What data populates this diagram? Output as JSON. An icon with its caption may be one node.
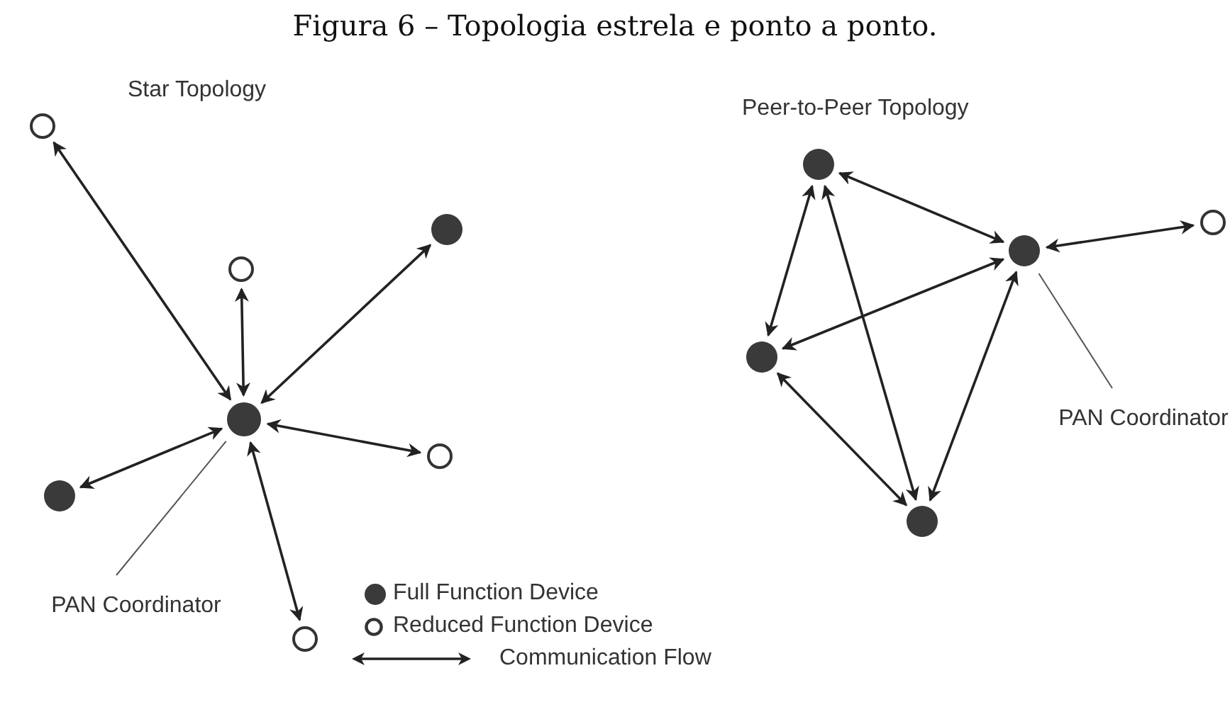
{
  "diagram": {
    "title": "Figura 6 – Topologia estrela e ponto a ponto.",
    "nodes": [
      {
        "text": [],
        "shape": "circle"
      },
      {
        "text": [],
        "shape": "dot"
      },
      {
        "text": [],
        "shape": "circle"
      },
      {
        "text": [],
        "shape": "dot"
      },
      {
        "text": [],
        "shape": "circle"
      },
      {
        "text": [],
        "shape": "dot"
      },
      {
        "text": [
          "PAN Coordinator"
        ]
      },
      {
        "text": [],
        "shape": "circle"
      },
      {
        "text": [],
        "shape": "dot"
      },
      {
        "text": [],
        "shape": "circle"
      },
      {
        "text": [],
        "shape": "dot"
      },
      {
        "text": [],
        "shape": "dot"
      },
      {
        "text": [
          "PAN Coordinator"
        ]
      },
      {
        "text": [],
        "shape": "dot"
      }
    ],
    "edges": [
      {
        "from": 3,
        "to": 0,
        "arrow": "both"
      },
      {
        "from": 3,
        "to": 2,
        "arrow": "both"
      },
      {
        "from": 3,
        "to": 1,
        "arrow": "both"
      },
      {
        "from": 3,
        "to": 4,
        "arrow": "both"
      },
      {
        "from": 3,
        "to": 5,
        "arrow": "both"
      },
      {
        "from": 3,
        "to": 7,
        "arrow": "both"
      },
      {
        "from": 6,
        "to": 3,
        "arrow": "none"
      },
      {
        "from": 8,
        "to": 10,
        "arrow": "both"
      },
      {
        "from": 8,
        "to": 11,
        "arrow": "both"
      },
      {
        "from": 8,
        "to": 13,
        "arrow": "both"
      },
      {
        "from": 10,
        "to": 11,
        "arrow": "both"
      },
      {
        "from": 10,
        "to": 13,
        "arrow": "both"
      },
      {
        "from": 11,
        "to": 13,
        "arrow": "both"
      },
      {
        "from": 10,
        "to": 9,
        "arrow": "both"
      },
      {
        "from": 12,
        "to": 10,
        "arrow": "none"
      }
    ],
    "labels": [
      "Star Topology",
      "Peer-to-Peer Topology"
    ],
    "legend": [
      {
        "text": "Full Function Device"
      },
      {
        "text": "Reduced Function Device"
      },
      {
        "text": "Communication Flow"
      }
    ]
  }
}
